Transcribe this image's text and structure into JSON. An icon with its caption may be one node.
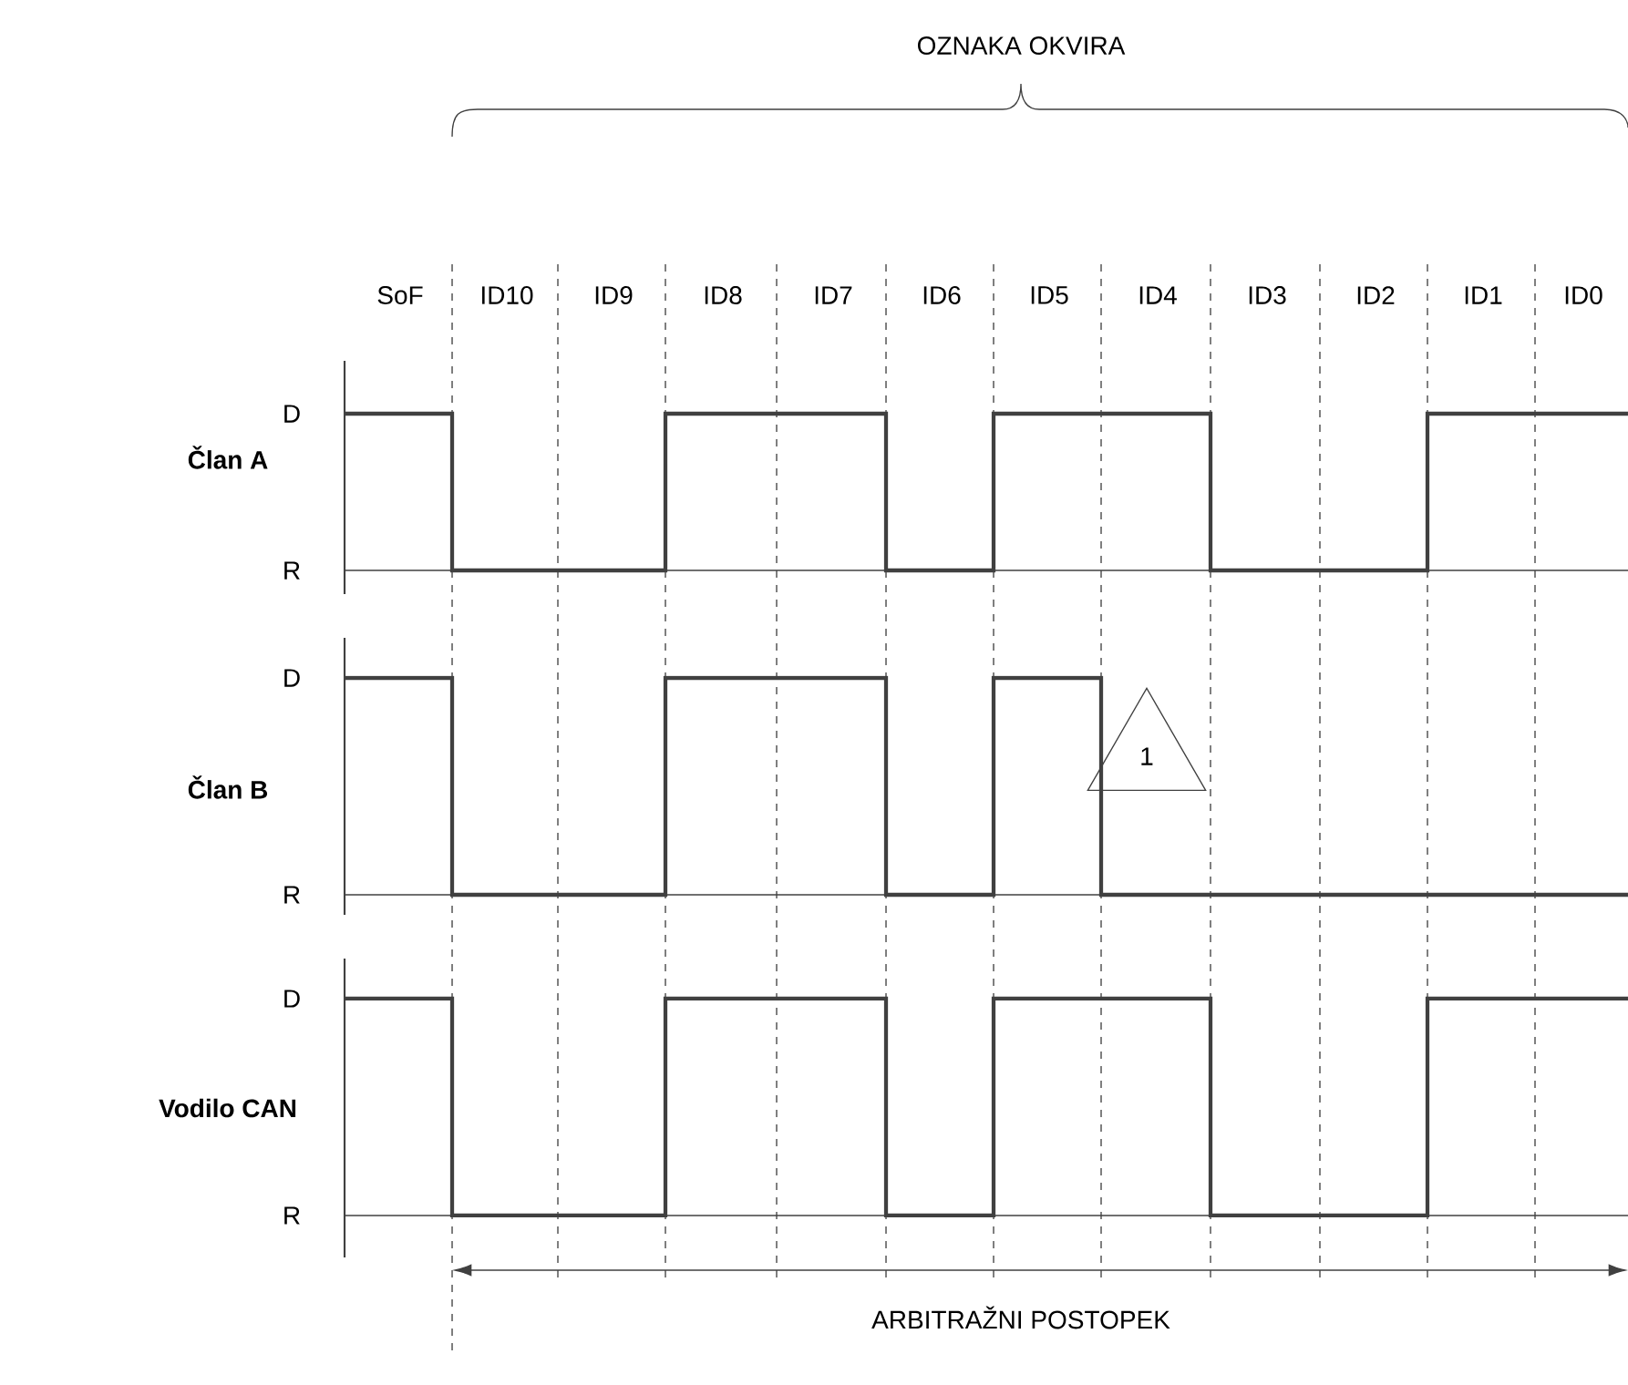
{
  "diagram": {
    "nodes": [
      {
        "text": [
          "1"
        ]
      }
    ],
    "labels": [
      "OZNAKA OKVIRA",
      "SoF",
      "ID10",
      "ID9",
      "ID8",
      "ID7",
      "ID6",
      "ID5",
      "ID4",
      "ID3",
      "ID2",
      "ID1",
      "ID0",
      "D",
      "Član A",
      "R",
      "D",
      "Član B",
      "R",
      "D",
      "Vodilo CAN",
      "R",
      "ARBITRAŽNI POSTOPEK"
    ]
  }
}
